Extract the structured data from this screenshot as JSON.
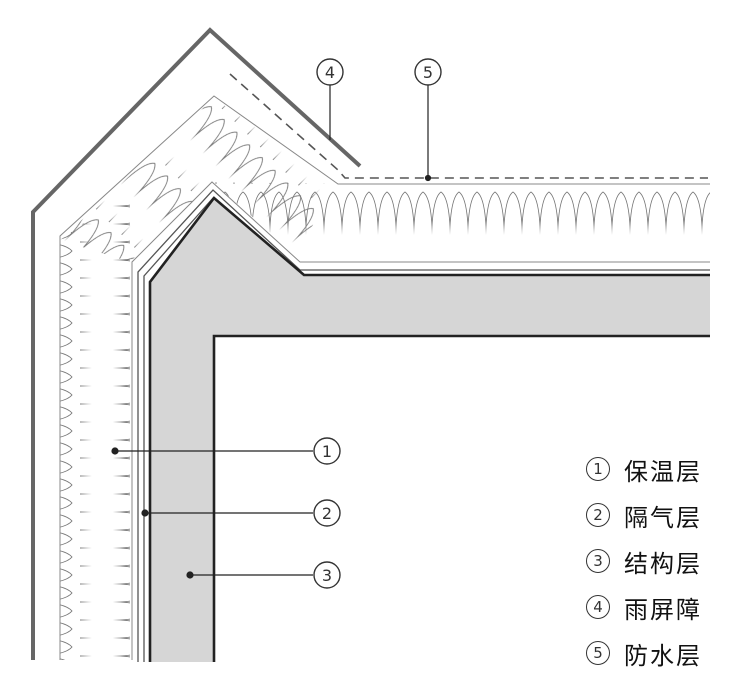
{
  "callouts": {
    "c1": "1",
    "c2": "2",
    "c3": "3",
    "c4": "4",
    "c5": "5"
  },
  "legend": [
    {
      "num": "1",
      "label": "保温层"
    },
    {
      "num": "2",
      "label": "隔气层"
    },
    {
      "num": "3",
      "label": "结构层"
    },
    {
      "num": "4",
      "label": "雨屏障"
    },
    {
      "num": "5",
      "label": "防水层"
    }
  ],
  "colors": {
    "structure_fill": "#d6d6d6",
    "line": "#222222",
    "rainscreen": "#666666",
    "insulation_stroke": "#777777"
  }
}
